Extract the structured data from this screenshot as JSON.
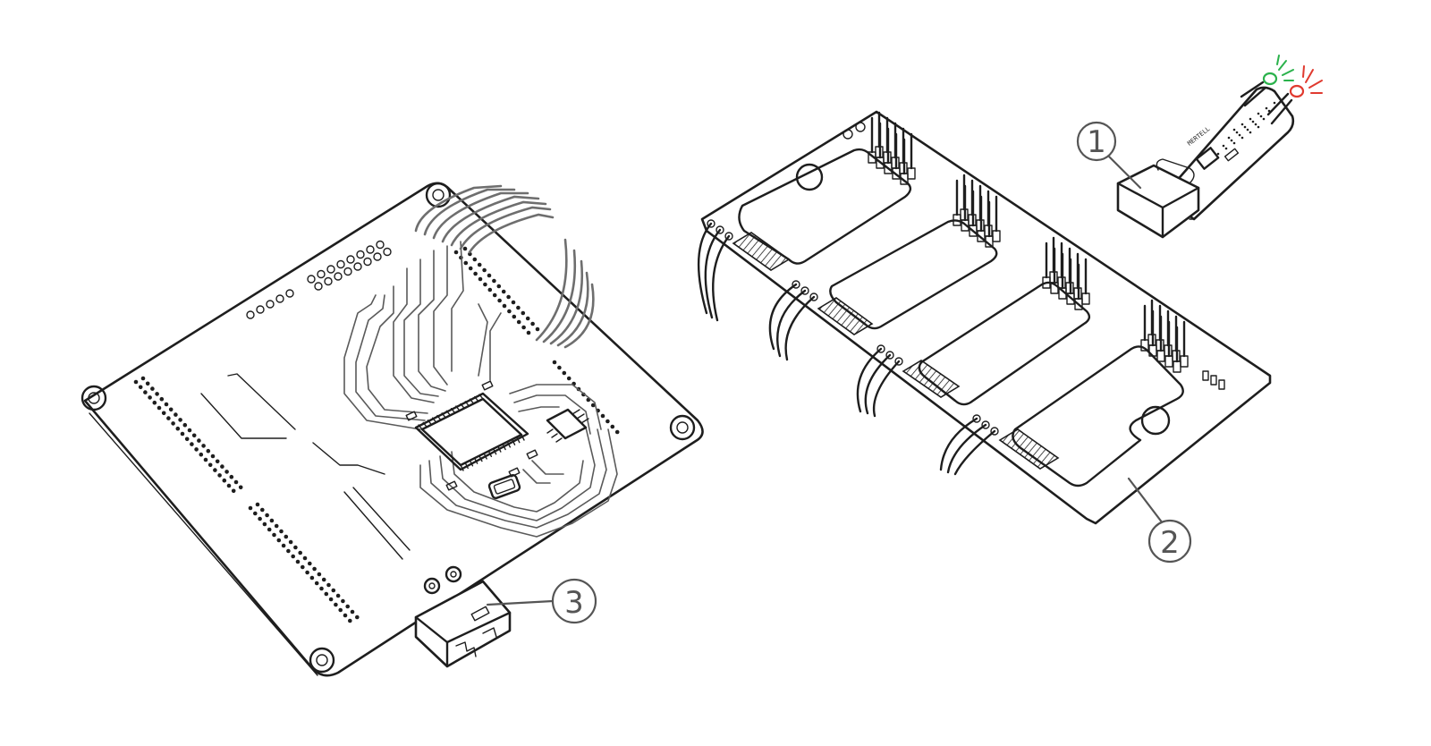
{
  "callouts": [
    {
      "id": "1",
      "label": "1"
    },
    {
      "id": "2",
      "label": "2"
    },
    {
      "id": "3",
      "label": "3"
    }
  ],
  "board_text": {
    "module_brand": "MERTELL"
  },
  "colors": {
    "ink": "#1e1e1e",
    "trace": "#5a5a5a",
    "wire": "#6e6e6e",
    "callout": "#555555",
    "led_green": "#2bb24c",
    "led_red": "#e03a2f",
    "background": "#ffffff"
  }
}
